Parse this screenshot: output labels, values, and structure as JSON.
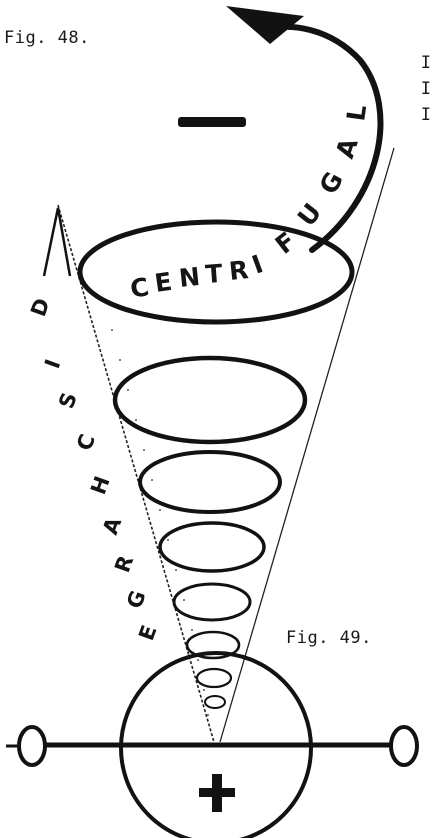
{
  "fig_48": "Fig. 48.",
  "fig_49": "Fig. 49.",
  "edge_marks": [
    "I",
    "I",
    "I"
  ],
  "minus_sign": "—",
  "plus_sign": "+",
  "centrifugal": [
    "C",
    "E",
    "N",
    "T",
    "R",
    "I",
    "F",
    "U",
    "G",
    "A",
    "L"
  ],
  "discharge": [
    "D",
    "I",
    "S",
    "C",
    "H",
    "A",
    "R",
    "G",
    "E"
  ]
}
